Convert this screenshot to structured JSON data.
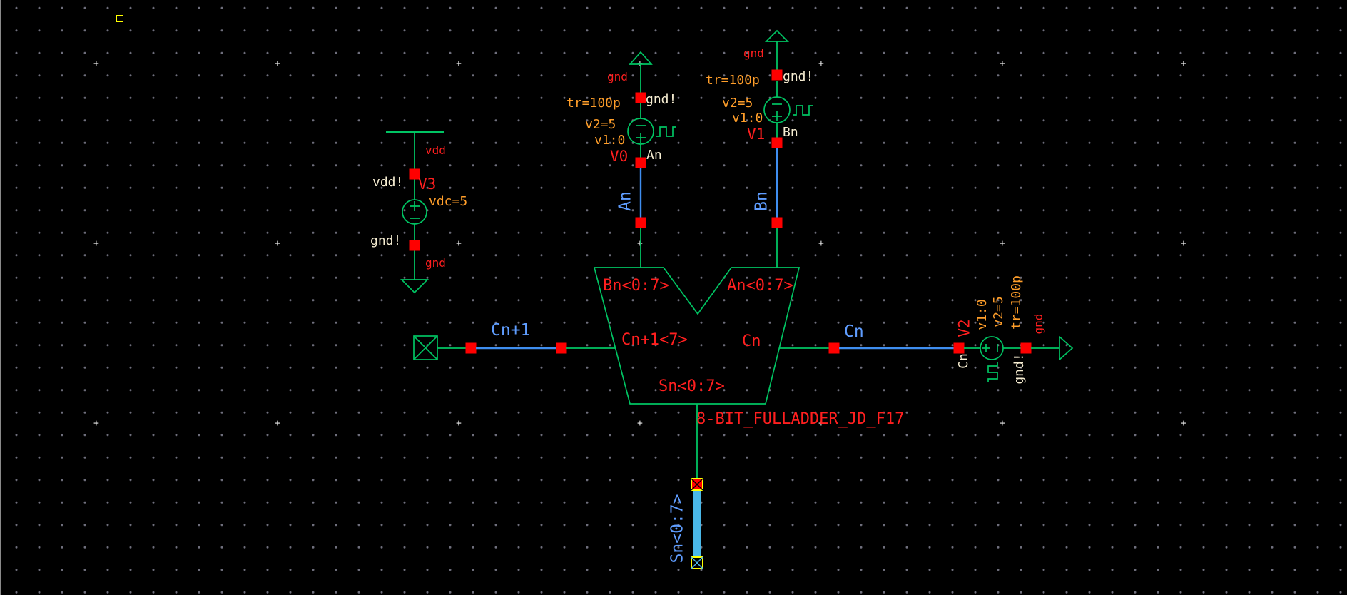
{
  "app": {
    "type": "schematic-editor-canvas"
  },
  "colors": {
    "background": "#000000",
    "wire_green": "#00c463",
    "wire_blue": "#3f8ef0",
    "net_label_blue": "#5f9dff",
    "bus_bar_cyan": "#4ab8e8",
    "pin_square_red": "#ff0000",
    "identifier_red": "#ff1f1f",
    "param_orange": "#ff9e2a",
    "node_label_cream": "#f7eed2",
    "marker_yellow": "#ffff00"
  },
  "v3_supply": {
    "rail_net": "vdd",
    "plus_node": "vdd!",
    "instance": "V3",
    "param_vdc": "vdc=5",
    "minus_node": "gnd!",
    "gnd_net": "gnd"
  },
  "v0_source": {
    "gnd_net": "gnd",
    "gnd_node": "gnd!",
    "param_tr": "tr=100p",
    "param_v2": "v2=5",
    "param_v1": "v1:0",
    "instance": "V0",
    "out_node": "An",
    "wire_net": "An"
  },
  "v1_source": {
    "gnd_net": "gnd",
    "gnd_node": "gnd!",
    "param_tr": "tr=100p",
    "param_v2": "v2=5",
    "param_v1": "v1:0",
    "instance": "V1",
    "out_node": "Bn",
    "wire_net": "Bn"
  },
  "v2_source": {
    "instance": "V2",
    "param_v1": "v1:0",
    "param_v2": "v2=5",
    "param_tr": "tr=100p",
    "in_node": "Cn",
    "gnd_node": "gnd!",
    "gnd_net": "gnd"
  },
  "adder": {
    "cell_name": "8-BIT_FULLADDER_JD_F17",
    "pin_top_left": "Bn<0:7>",
    "pin_top_right": "An<0:7>",
    "pin_left": "Cn+1<7>",
    "pin_right": "Cn",
    "pin_bottom": "Sn<0:7>"
  },
  "nets": {
    "carry_in": "Cn+1",
    "carry_out": "Cn",
    "sum_bus": "Sn<0:7>"
  }
}
